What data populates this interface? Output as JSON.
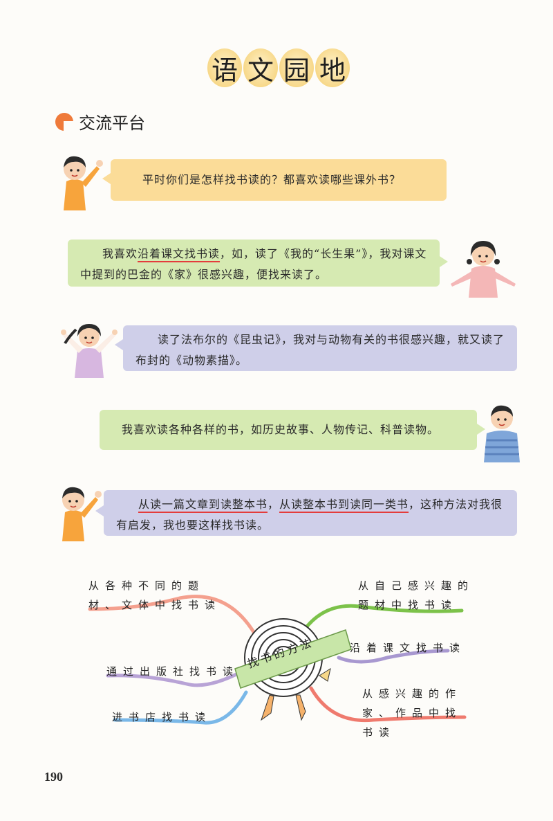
{
  "title_chars": [
    "语",
    "文",
    "园",
    "地"
  ],
  "section_title": "交流平台",
  "bubbles": {
    "b1": "平时你们是怎样找书读的？都喜欢读哪些课外书？",
    "b2_pre": "我喜欢",
    "b2_u": "沿着课文找书读",
    "b2_post": "，如，读了《我的“长生果”》，我对课文中提到的巴金的《家》很感兴趣，便找来读了。",
    "b3": "读了法布尔的《昆虫记》，我对与动物有关的书很感兴趣，就又读了布封的《动物素描》。",
    "b4": "我喜欢读各种各样的书，如历史故事、人物传记、科普读物。",
    "b5_u1": "从读一篇文章到读整本书",
    "b5_mid": "，",
    "b5_u2": "从读整本书到读同一类书",
    "b5_post": "，这种方法对我很有启发，我也要这样找书读。"
  },
  "mindmap": {
    "center": "找书的方法",
    "branches": [
      "从各种不同的题材、文体中找书读",
      "通过出版社找书读",
      "进书店找书读",
      "从自己感兴趣的题材中找书读",
      "沿着课文找书读",
      "从感兴趣的作家、作品中找书读"
    ],
    "line_colors": [
      "#f4a08e",
      "#b8a3d6",
      "#7ab8e8",
      "#7cc24a",
      "#a898d0",
      "#ef7a6e"
    ]
  },
  "page_number": "190"
}
